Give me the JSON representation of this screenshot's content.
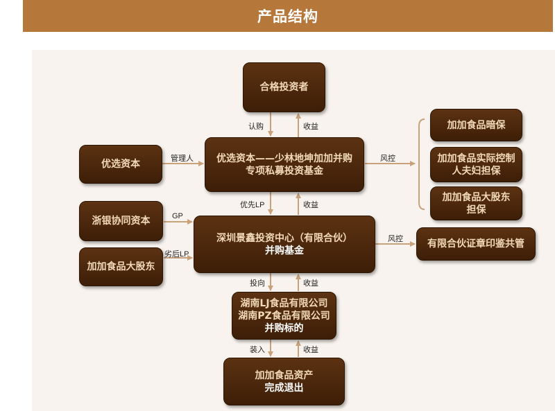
{
  "header": {
    "title": "产品结构"
  },
  "nodes": {
    "qualified_investor": "合格投资者",
    "youxuan_capital": "优选资本",
    "fund_line1": "优选资本——少林地坤加加并购",
    "fund_line2": "专项私募投资基金",
    "guarantee_a": "加加食品暗保",
    "guarantee_b_line1": "加加食品实际控制",
    "guarantee_b_line2": "人夫妇担保",
    "guarantee_c_line1": "加加食品大股东",
    "guarantee_c_line2": "担保",
    "zheyin_capital": "浙银协同资本",
    "jiajia_major_holder": "加加食品大股东",
    "partnership_line1": "深圳景鑫投资中心（有限合伙）",
    "partnership_line2": "并购基金",
    "seal_control": "有限合伙证章印鉴共管",
    "target_line1": "湖南LJ食品有限公司",
    "target_line2": "湖南PZ食品有限公司",
    "target_line3": "并购标的",
    "exit_line1": "加加食品资产",
    "exit_line2": "完成退出"
  },
  "edges": {
    "subscribe": "认购",
    "return_top": "收益",
    "manager": "管理人",
    "risk_control_top": "风控",
    "priority_lp": "优先LP",
    "return_mid": "收益",
    "gp": "GP",
    "subordinate_lp": "劣后LP",
    "risk_control_mid": "风控",
    "invest": "投向",
    "return_low": "收益",
    "inject": "装入",
    "return_bottom": "收益"
  },
  "colors": {
    "header": "#b5773a",
    "node_fill": "#4a260b",
    "node_text": "#f2d9b8",
    "arrow": "#c9a27c"
  }
}
